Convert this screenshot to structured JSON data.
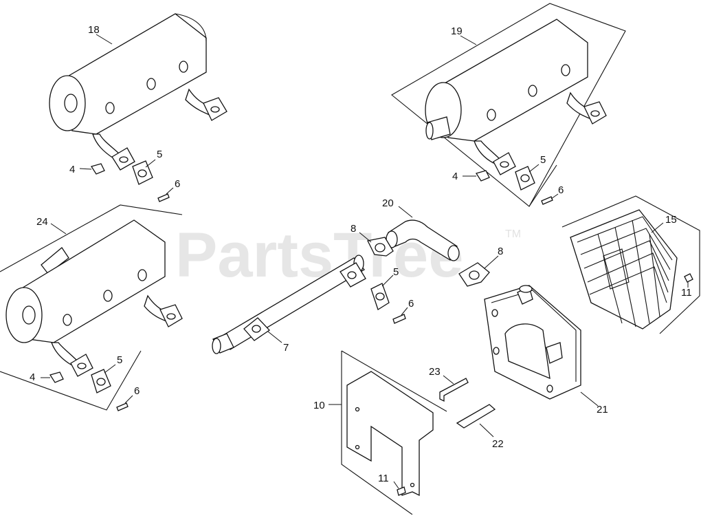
{
  "watermark": {
    "text": "PartsTree",
    "trademark": "TM"
  },
  "callouts": {
    "c18": "18",
    "c19": "19",
    "c24": "24",
    "c4a": "4",
    "c5a": "5",
    "c6a": "6",
    "c4b": "4",
    "c5b": "5",
    "c6b": "6",
    "c4c": "4",
    "c5c": "5",
    "c6c": "6",
    "c20": "20",
    "c8a": "8",
    "c8b": "8",
    "c5d": "5",
    "c6d": "6",
    "c7": "7",
    "c15": "15",
    "c11a": "11",
    "c21": "21",
    "c23": "23",
    "c10": "10",
    "c22": "22",
    "c11b": "11"
  }
}
